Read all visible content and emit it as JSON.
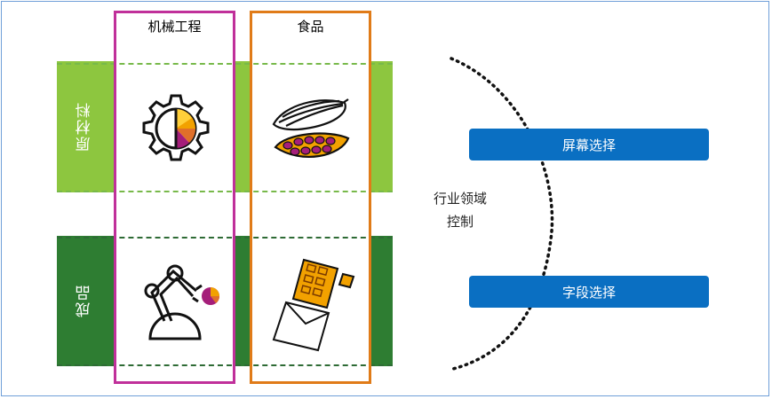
{
  "columns": [
    {
      "title": "机械工程",
      "icon": "gear-pie-icon"
    },
    {
      "title": "食品",
      "icon": "cocoa-pod-icon"
    }
  ],
  "rows": [
    {
      "label": "原材料",
      "icon_mech": "gear-pie-icon",
      "icon_food": "cocoa-pod-icon"
    },
    {
      "label": "成品",
      "icon_mech": "robot-arm-icon",
      "icon_food": "chocolate-bar-icon"
    }
  ],
  "center": {
    "line1": "行业领域",
    "line2": "控制"
  },
  "buttons": {
    "screen": "屏幕选择",
    "field": "字段选择"
  },
  "colors": {
    "raw_band": "#8dc63f",
    "finished_band": "#2e7d32",
    "mechanical": "#c0309a",
    "food": "#e07b18",
    "button": "#0a6fc2",
    "frame": "#6f9fd8"
  }
}
